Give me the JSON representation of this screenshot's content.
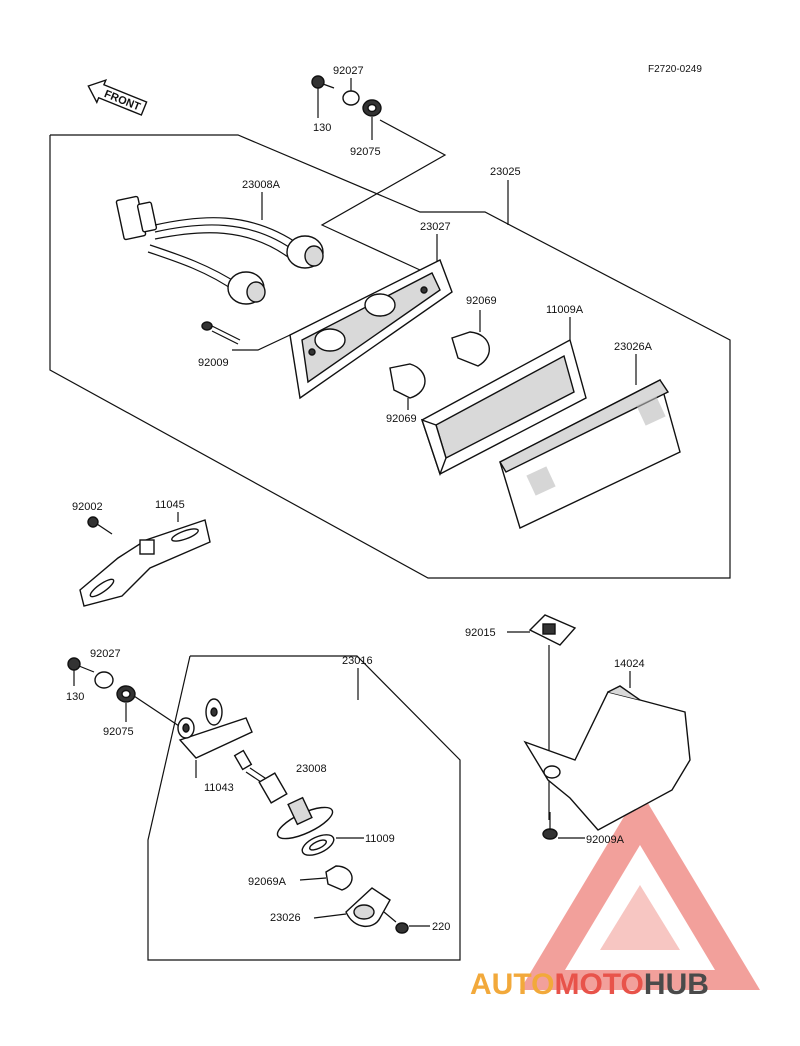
{
  "diagram": {
    "code": "F2720-0249",
    "front_label": "FRONT",
    "parts": {
      "p92027_top": "92027",
      "p130_top": "130",
      "p92075_top": "92075",
      "p23025": "23025",
      "p23008A": "23008A",
      "p23027": "23027",
      "p92069_upper": "92069",
      "p11009A": "11009A",
      "p23026A": "23026A",
      "p92009": "92009",
      "p92069_lower": "92069",
      "p92002": "92002",
      "p11045": "11045",
      "p92015": "92015",
      "p14024": "14024",
      "p92027_low": "92027",
      "p130_low": "130",
      "p92075_low": "92075",
      "p23016": "23016",
      "p11043": "11043",
      "p23008": "23008",
      "p11009": "11009",
      "p92069A": "92069A",
      "p23026": "23026",
      "p220": "220",
      "p92009A": "92009A"
    }
  },
  "watermark": {
    "part1": "AUTO",
    "part2": "MOTO",
    "part3": "HUB",
    "colors": {
      "orange": "#f2a93b",
      "red": "#e8534a",
      "gray": "#4a4a4a",
      "triangle": "#e8534a"
    }
  }
}
